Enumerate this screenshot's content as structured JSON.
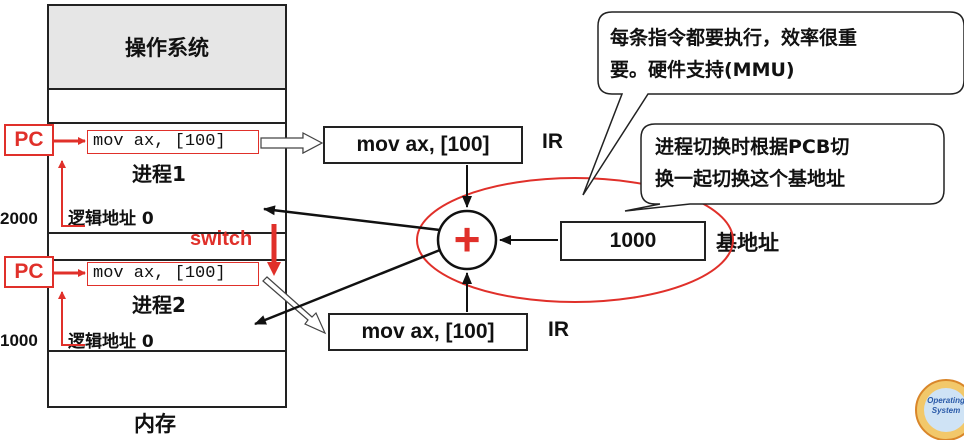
{
  "memory": {
    "os_label": "操作系统",
    "bottom_label": "内存",
    "process1_label": "进程1",
    "process2_label": "进程2",
    "logical_addr_label_1": "逻辑地址 0",
    "logical_addr_label_2": "逻辑地址 0",
    "addr_top": "2000",
    "addr_bottom": "1000"
  },
  "pc_label_1": "PC",
  "pc_label_2": "PC",
  "code_line_1": "mov ax, [100]",
  "code_line_2": "mov ax, [100]",
  "switch_label": "switch",
  "ir_top": {
    "instruction": "mov ax, [100]",
    "label": "IR"
  },
  "ir_bottom": {
    "instruction": "mov ax, [100]",
    "label": "IR"
  },
  "adder_symbol": "+",
  "base": {
    "value": "1000",
    "label": "基地址"
  },
  "callout_top": {
    "line1": "每条指令都要执行，效率很重",
    "line2": "要。硬件支持(MMU)"
  },
  "callout_mid": {
    "line1": "进程切换时根据PCB切",
    "line2": "换一起切换这个基地址"
  },
  "colors": {
    "accent": "#e0302a",
    "line": "#222222",
    "os_fill": "#e6e6e6"
  },
  "logo": {
    "text": "Operating System"
  }
}
